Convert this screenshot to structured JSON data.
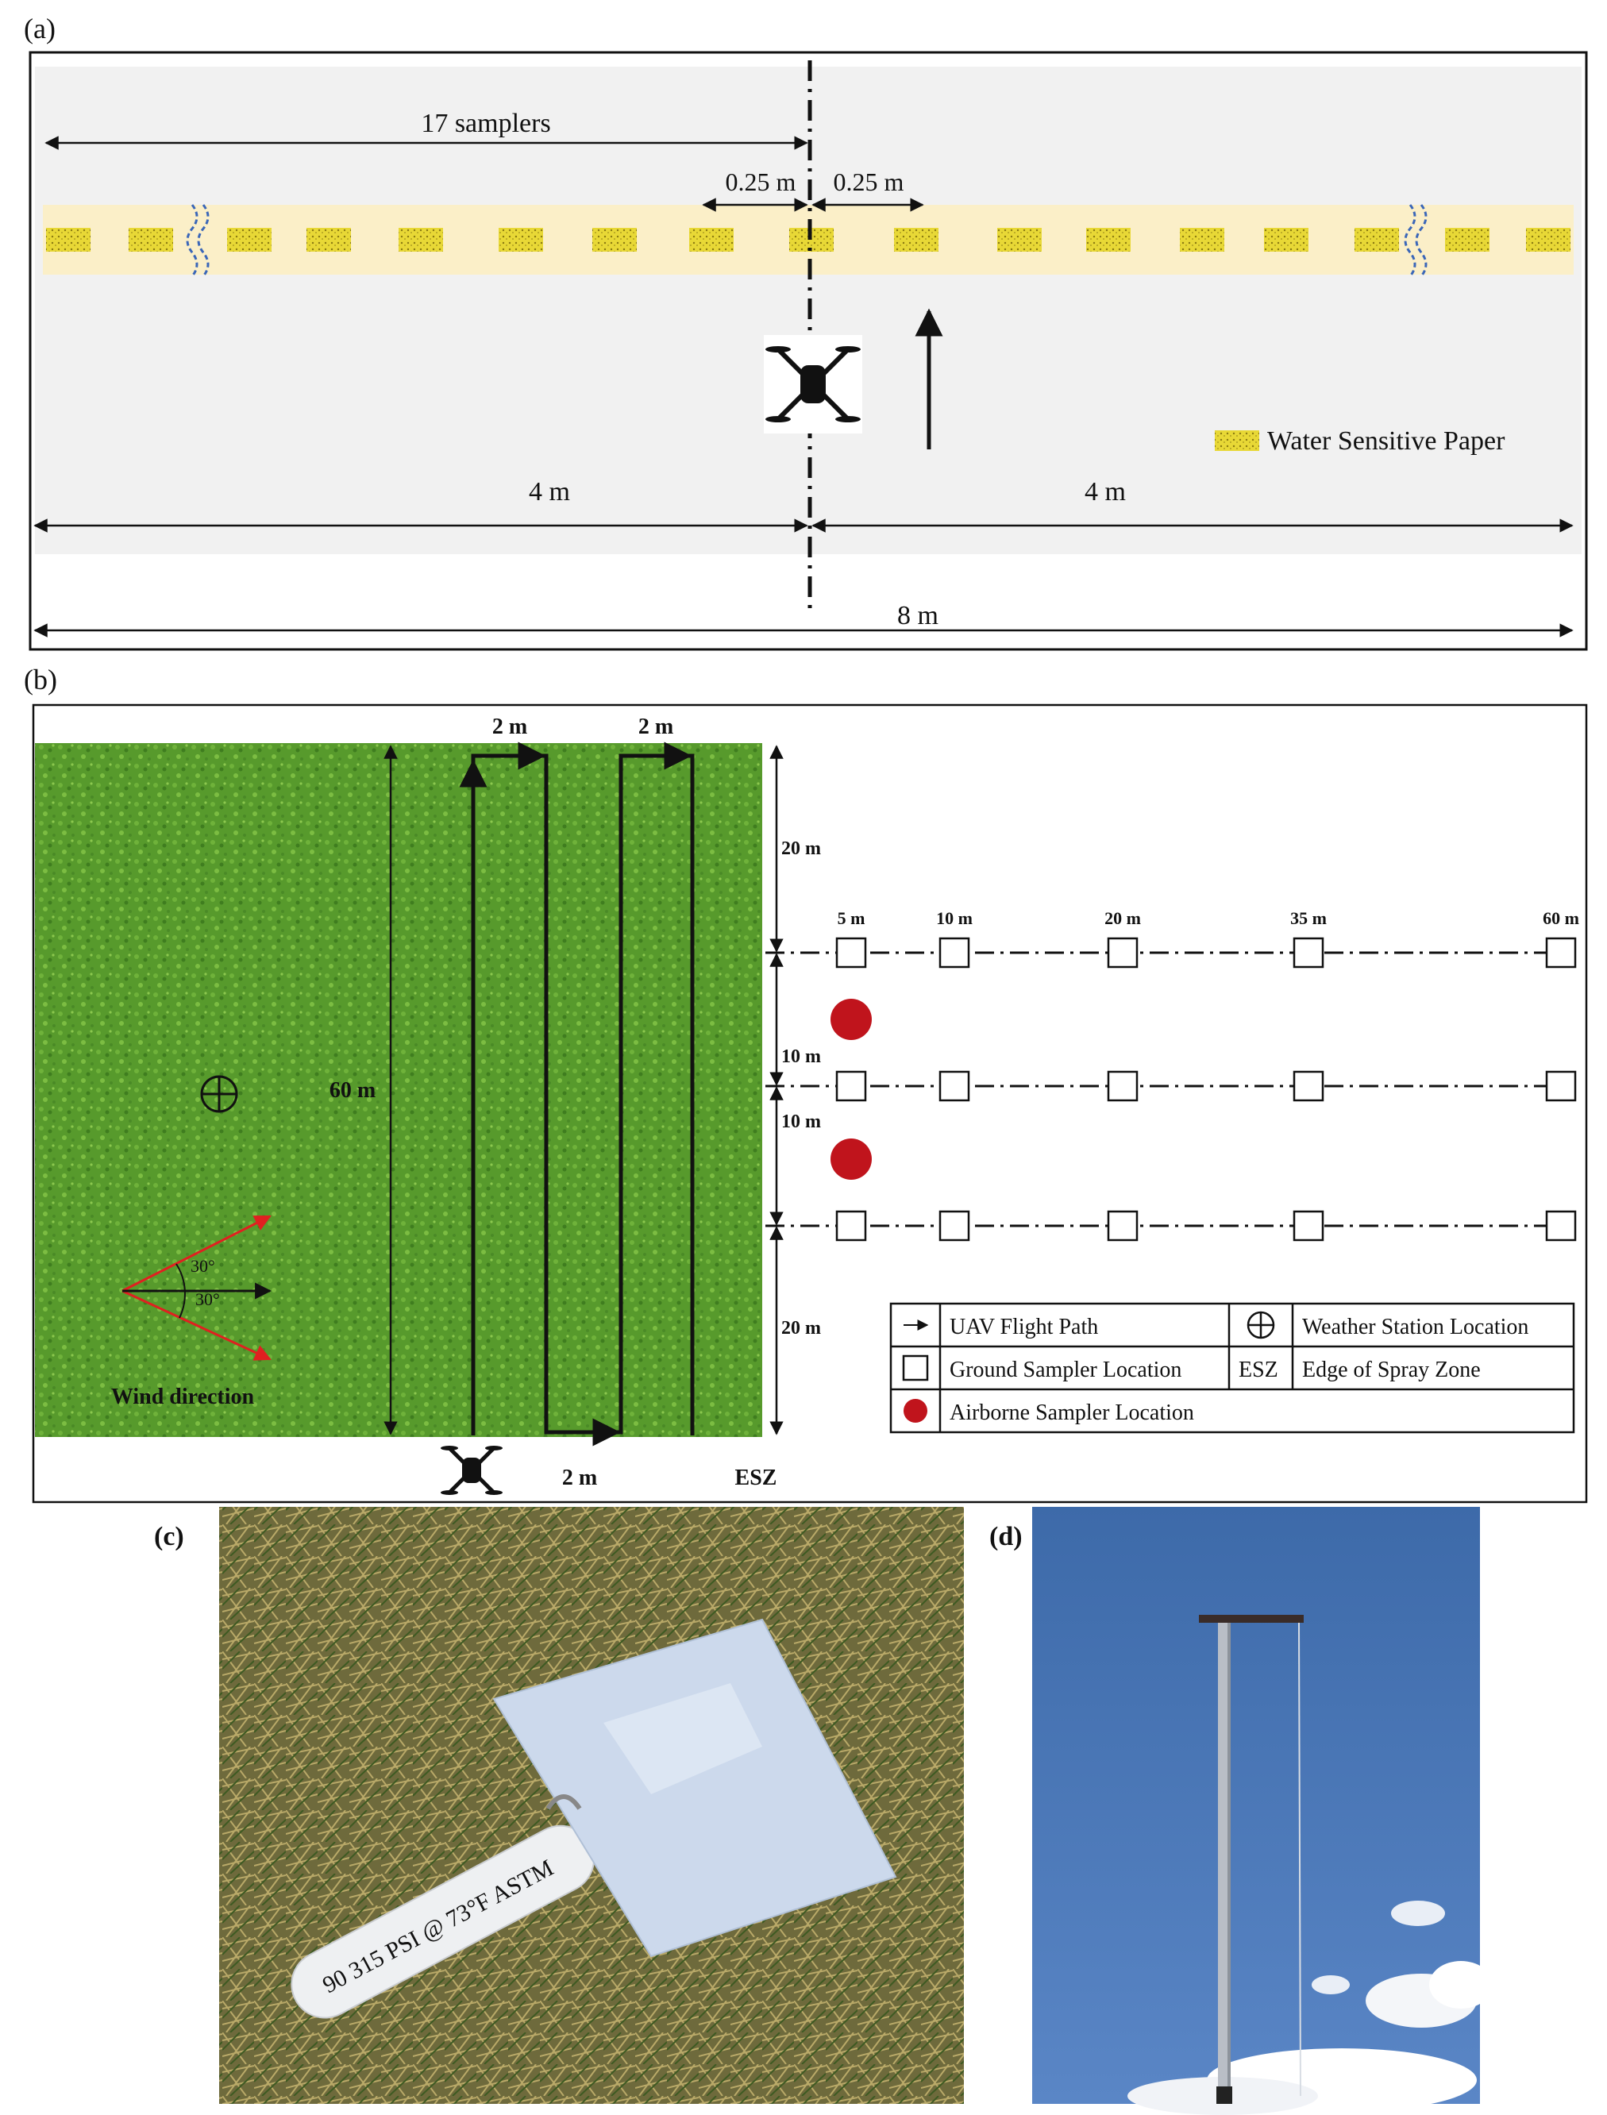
{
  "panel_a": {
    "label": "(a)",
    "samplers_label": "17 samplers",
    "spacing_left": "0.25 m",
    "spacing_right": "0.25 m",
    "half_left": "4 m",
    "half_right": "4 m",
    "total_width": "8 m",
    "legend_wsp": "Water Sensitive Paper",
    "sampler_count": 17
  },
  "panel_b": {
    "label": "(b)",
    "lane_top_1": "2 m",
    "lane_top_2": "2 m",
    "lane_bottom": "2 m",
    "field_length": "60 m",
    "esz": "ESZ",
    "seg_top": "20 m",
    "seg_mid1": "10 m",
    "seg_mid2": "10 m",
    "seg_bottom": "20 m",
    "distances": [
      "5 m",
      "10 m",
      "20 m",
      "35 m",
      "60 m"
    ],
    "angle_upper": "30°",
    "angle_lower": "30°",
    "wind_label": "Wind direction",
    "legend": {
      "flight_path": "UAV Flight Path",
      "weather_station": "Weather Station Location",
      "ground_sampler": "Ground Sampler Location",
      "esz_abbr": "ESZ",
      "esz_full": "Edge of Spray Zone",
      "airborne_sampler": "Airborne Sampler Location"
    }
  },
  "panel_c": {
    "label": "(c)",
    "tube_text": "90 315 PSI @ 73°F ASTM"
  },
  "panel_d": {
    "label": "(d)"
  },
  "colors": {
    "field_green": "#5a9a2e",
    "paper_yellow": "#e9dc3a",
    "strip": "#fbefc8",
    "airborne_red": "#c0141c",
    "wind_red": "#e02020",
    "sky_blue": "#4a77b8"
  }
}
